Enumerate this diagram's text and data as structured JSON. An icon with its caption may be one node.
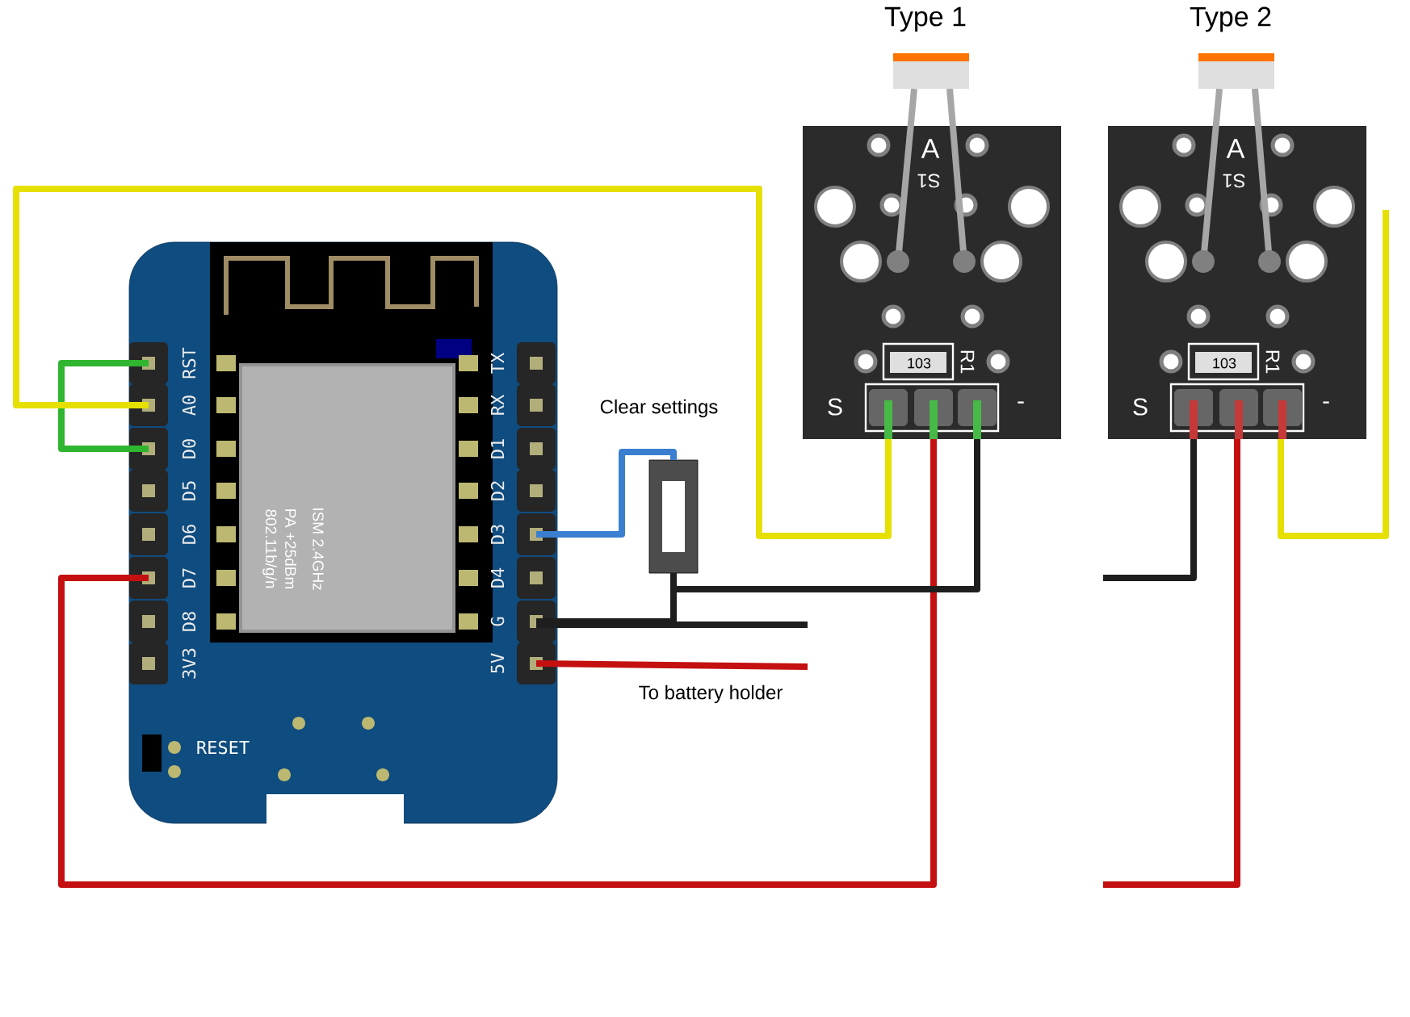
{
  "diagram": {
    "nodes": [
      {
        "text": [],
        "shape": "box"
      },
      {
        "text": [],
        "shape": "box",
        "beside": [
          "Clear settings"
        ]
      },
      {
        "text": [
          "Type 1"
        ]
      },
      {
        "text": [
          "Type 2"
        ]
      },
      {
        "text": [
          "To battery holder"
        ]
      }
    ],
    "edges": [
      {
        "from": 0,
        "to": 0,
        "arrow": "none",
        "color": "#2fb52f"
      },
      {
        "from": 0,
        "to": 2,
        "arrow": "none",
        "color": "#e6e000"
      },
      {
        "from": 0,
        "to": 2,
        "arrow": "none",
        "color": "#c41010"
      },
      {
        "from": 0,
        "to": 1,
        "arrow": "none",
        "color": "#3a7fd0"
      },
      {
        "from": 0,
        "to": 1,
        "arrow": "none",
        "color": "#1e1e1e"
      },
      {
        "from": 1,
        "to": 2,
        "arrow": "none",
        "color": "#1e1e1e"
      },
      {
        "from": 0,
        "to": null,
        "arrow": "none",
        "color": "#1e1e1e"
      },
      {
        "from": 0,
        "to": 4,
        "arrow": "none",
        "color": "#c41010"
      },
      {
        "from": 3,
        "to": null,
        "arrow": "none",
        "color": "#1e1e1e"
      },
      {
        "from": 3,
        "to": null,
        "arrow": "none",
        "color": "#c41010"
      },
      {
        "from": 3,
        "to": null,
        "arrow": "none",
        "color": "#e6e000"
      }
    ],
    "labels": [
      "A",
      "S1",
      "103",
      "R1",
      "S",
      "-",
      "A",
      "S1",
      "103",
      "R1",
      "S",
      "-",
      "RST",
      "A0",
      "D0",
      "D5",
      "D6",
      "D7",
      "D8",
      "3V3",
      "TX",
      "RX",
      "D1",
      "D2",
      "D3",
      "D4",
      "G",
      "5V",
      "ISM 2.4GHz",
      "PA +25dBm",
      "802.11b/g/n",
      "RESET"
    ]
  }
}
